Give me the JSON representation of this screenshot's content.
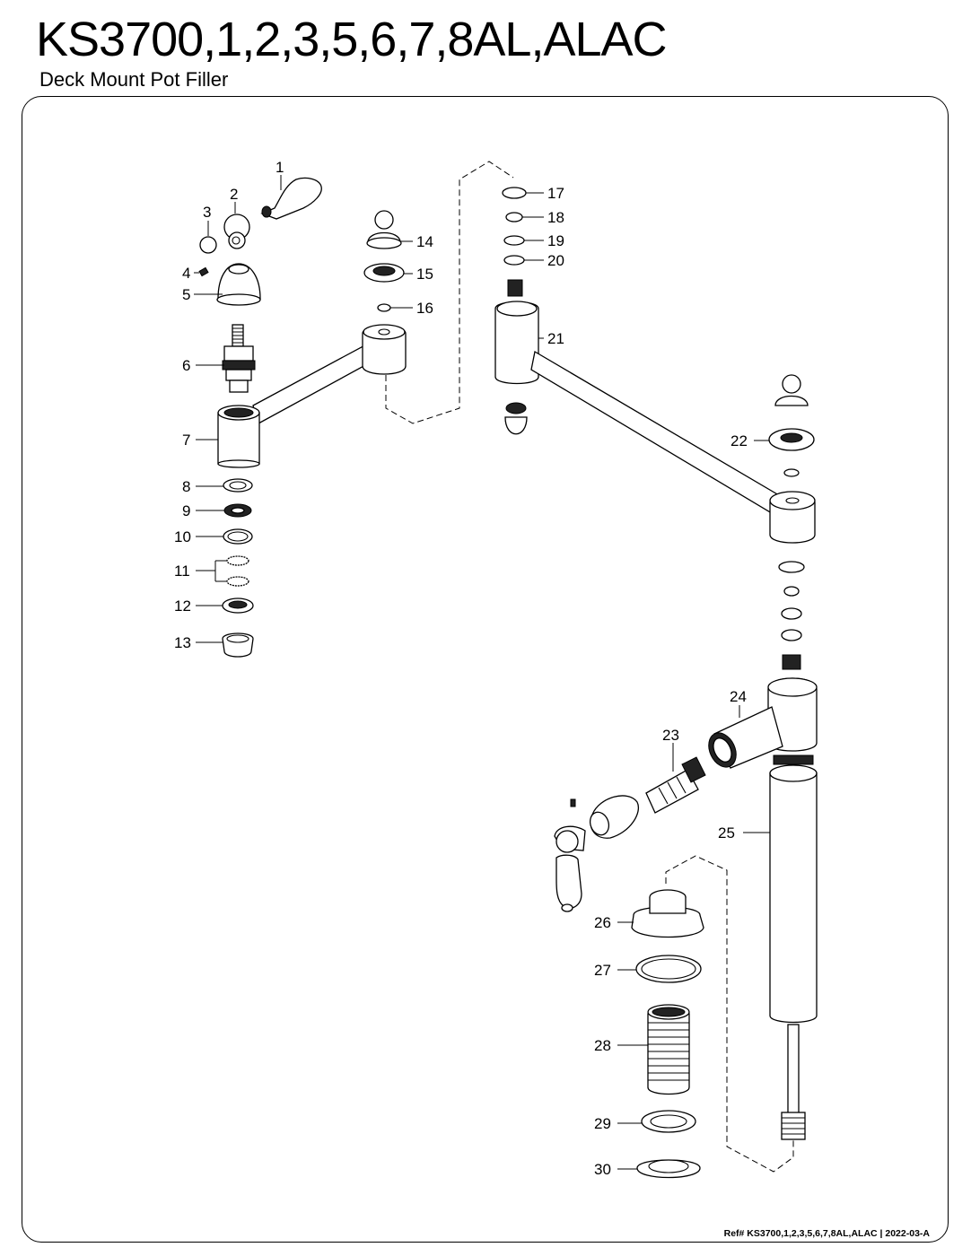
{
  "header": {
    "title": "KS3700,1,2,3,5,6,7,8AL,ALAC",
    "subtitle": "Deck Mount Pot Filler"
  },
  "diagram": {
    "callouts": [
      "1",
      "2",
      "3",
      "4",
      "5",
      "6",
      "7",
      "8",
      "9",
      "10",
      "11",
      "12",
      "13",
      "14",
      "15",
      "16",
      "17",
      "18",
      "19",
      "20",
      "21",
      "22",
      "23",
      "24",
      "25",
      "26",
      "27",
      "28",
      "29",
      "30"
    ]
  },
  "footer": {
    "reference": "Ref# KS3700,1,2,3,5,6,7,8AL,ALAC | 2022-03-A"
  }
}
